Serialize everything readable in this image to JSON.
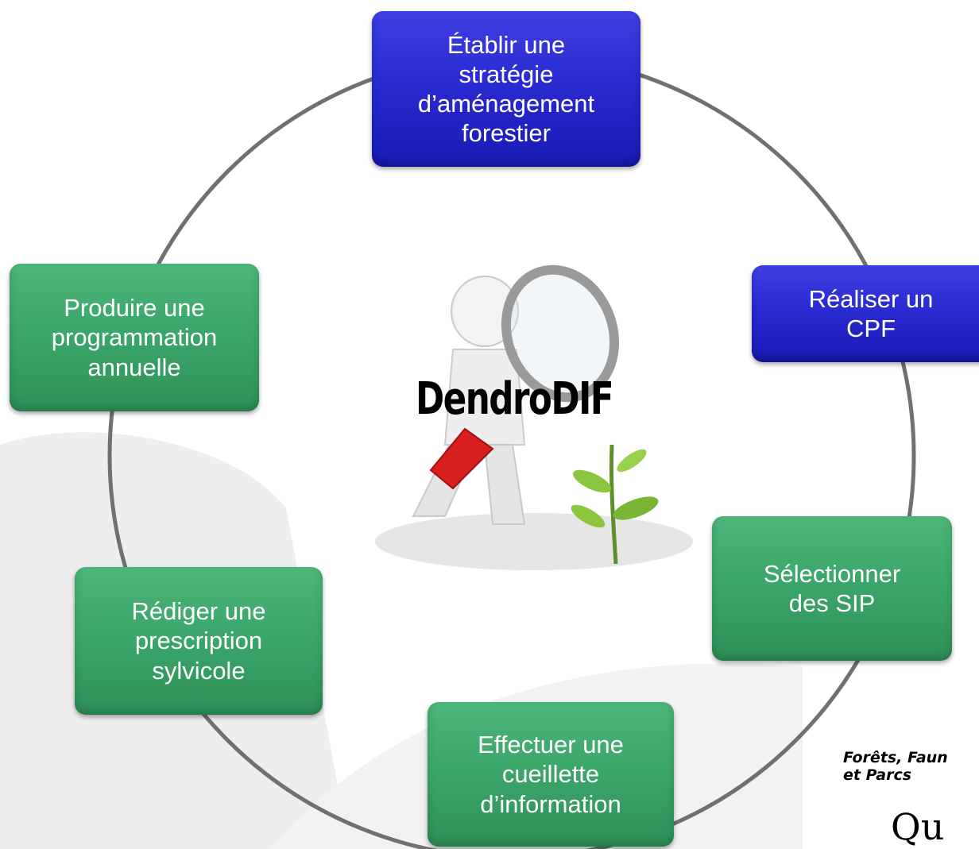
{
  "center": {
    "title": "DendroDIF"
  },
  "steps": [
    {
      "label": "Établir une\nstratégie\nd’aménagement\nforestier",
      "color": "blue"
    },
    {
      "label": "Réaliser un\nCPF",
      "color": "blue"
    },
    {
      "label": "Sélectionner\ndes SIP",
      "color": "green"
    },
    {
      "label": "Effectuer une\ncueillette\nd’information",
      "color": "green"
    },
    {
      "label": "Rédiger une\nprescription\nsylvicole",
      "color": "green"
    },
    {
      "label": "Produire une\nprogrammation\nannuelle",
      "color": "green"
    }
  ],
  "branding": {
    "ministry": "Forêts, Faun\net Parcs",
    "province_partial": "Qu"
  },
  "colors": {
    "blue": "#2a2ad2",
    "green": "#3aa569",
    "cycle_line": "#707070"
  },
  "icons": [
    "magnifier-figure-illustration",
    "seedling-illustration"
  ]
}
